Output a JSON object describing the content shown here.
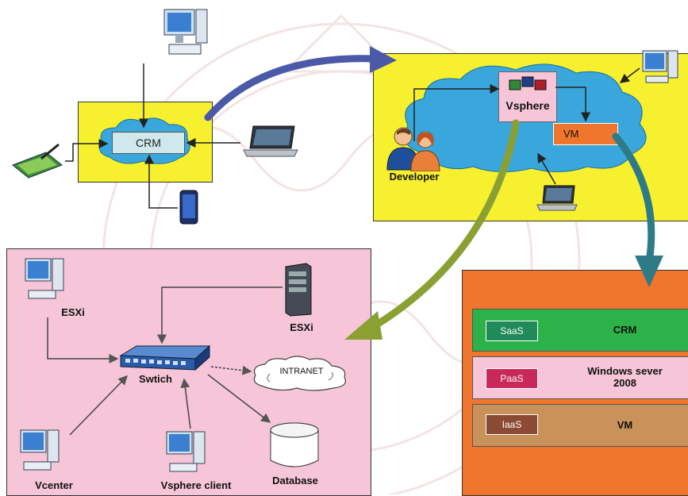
{
  "crm_system": {
    "crm_label": "CRM"
  },
  "vsphere_cloud": {
    "vsphere_label": "Vsphere",
    "vm_label": "VM",
    "developer_label": "Developer"
  },
  "network": {
    "esxi_left_label": "ESXi",
    "esxi_right_label": "ESXi",
    "switch_label": "Swtich",
    "intranet_label": "INTRANET",
    "vcenter_label": "Vcenter",
    "vsphere_client_label": "Vsphere client",
    "database_label": "Database"
  },
  "service_stack": {
    "tiers": [
      {
        "tag": "SaaS",
        "value": "CRM",
        "tag_color": "#1f8a5a",
        "row_color": "#2db24a"
      },
      {
        "tag": "PaaS",
        "value": "Windows sever 2008",
        "tag_color": "#c8285a",
        "row_color": "#f6c6d8"
      },
      {
        "tag": "IaaS",
        "value": "VM",
        "tag_color": "#8a4a34",
        "row_color": "#c8925a"
      }
    ]
  },
  "colors": {
    "yellow_panel": "#f7f02e",
    "pink_panel": "#f6c6d8",
    "orange_panel": "#f0762e",
    "cloud": "#3aa7dc",
    "arrow_green": "#8aa032",
    "arrow_blue": "#4a5aa8"
  }
}
